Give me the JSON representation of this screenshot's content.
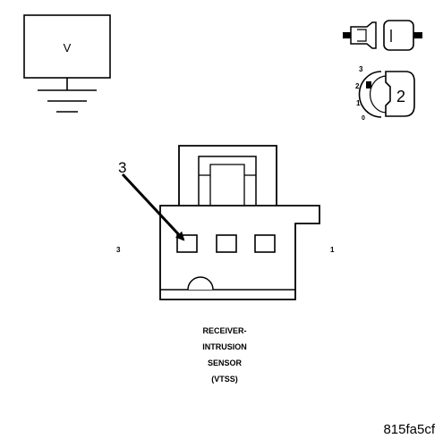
{
  "diagram": {
    "meter": {
      "label": "V"
    },
    "key_icon": {
      "scale_labels": [
        "3",
        "2",
        "1",
        "0"
      ],
      "callout": "2"
    },
    "connector": {
      "pin_callout": "3",
      "left_pin_label": "3",
      "right_pin_label": "1",
      "title_lines": [
        "RECEIVER-",
        "INTRUSION",
        "SENSOR",
        "(VTSS)"
      ]
    },
    "figure_id": "815fa5cf"
  }
}
